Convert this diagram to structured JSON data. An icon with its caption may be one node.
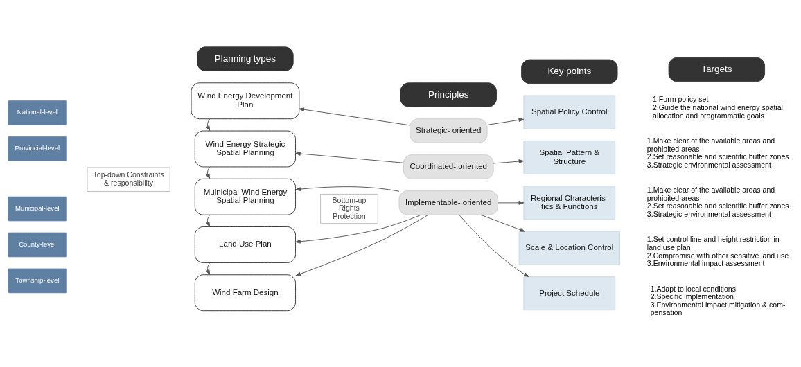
{
  "diagram": {
    "nodes": [
      {
        "text": [
          "Planning types"
        ]
      },
      {
        "text": [
          "Principles"
        ]
      },
      {
        "text": [
          "Key points"
        ]
      },
      {
        "text": [
          "Targets"
        ]
      },
      {
        "text": [
          "National-level"
        ]
      },
      {
        "text": [
          "Provincial-level"
        ]
      },
      {
        "text": [
          "Municipal-level"
        ]
      },
      {
        "text": [
          "County-level"
        ]
      },
      {
        "text": [
          "Township-level"
        ]
      },
      {
        "text": [
          "Wind Energy Development Plan"
        ]
      },
      {
        "text": [
          "Wind Energy Strategic Spatial Planning"
        ]
      },
      {
        "text": [
          "Mulnicipal Wind Energy Spatial Planning"
        ]
      },
      {
        "text": [
          "Land Use Plan"
        ]
      },
      {
        "text": [
          "Wind Farm Design"
        ]
      },
      {
        "text": [
          "Strategic- oriented"
        ]
      },
      {
        "text": [
          "Coordinated- oriented"
        ]
      },
      {
        "text": [
          "Implementable- oriented"
        ]
      },
      {
        "text": [
          "Spatial Policy Control"
        ],
        "beside": [
          "1.Form policy set",
          "2.Guide the national wind energy spatial allocation and programmatic goals"
        ]
      },
      {
        "text": [
          "Spatial Pattern & Structure"
        ],
        "beside": [
          "1.Make clear of the available areas and prohibited areas",
          "2.Set reasonable and scientific buffer zones",
          "3.Strategic environmental assessment"
        ]
      },
      {
        "text": [
          "Regional Characteris- tics & Functions"
        ],
        "beside": [
          "1.Make clear of the available areas and prohibited areas",
          "2.Set reasonable and scientific buffer zones",
          "3.Strategic environmental assessment"
        ]
      },
      {
        "text": [
          "Scale & Location Control"
        ],
        "beside": [
          "1.Set control line and height restriction in land use plan",
          "2.Compromise with other sensitive land use",
          "3.Environmental impact assessment"
        ]
      },
      {
        "text": [
          "Project Schedule"
        ],
        "beside": [
          "1.Adapt to local conditions",
          "2.Specific implementation",
          "3.Environmental impact mitigation & com- pensation"
        ]
      },
      {
        "text": [
          "Top-down Constraints & responsibility"
        ]
      },
      {
        "text": [
          "Bottom-up Rights Protection"
        ]
      }
    ],
    "edges": [
      {
        "from": 9,
        "to": 10,
        "arrow": "to"
      },
      {
        "from": 10,
        "to": 11,
        "arrow": "to"
      },
      {
        "from": 11,
        "to": 12,
        "arrow": "to"
      },
      {
        "from": 12,
        "to": 13,
        "arrow": "to"
      },
      {
        "from": 14,
        "to": 9,
        "arrow": "to"
      },
      {
        "from": 15,
        "to": 10,
        "arrow": "to"
      },
      {
        "from": 16,
        "to": 11,
        "arrow": "to"
      },
      {
        "from": 16,
        "to": 12,
        "arrow": "to"
      },
      {
        "from": 16,
        "to": 13,
        "arrow": "to"
      },
      {
        "from": 14,
        "to": 17,
        "arrow": "to"
      },
      {
        "from": 15,
        "to": 18,
        "arrow": "to"
      },
      {
        "from": 16,
        "to": 19,
        "arrow": "to"
      },
      {
        "from": 16,
        "to": 20,
        "arrow": "to"
      },
      {
        "from": 16,
        "to": 21,
        "arrow": "to"
      }
    ]
  }
}
